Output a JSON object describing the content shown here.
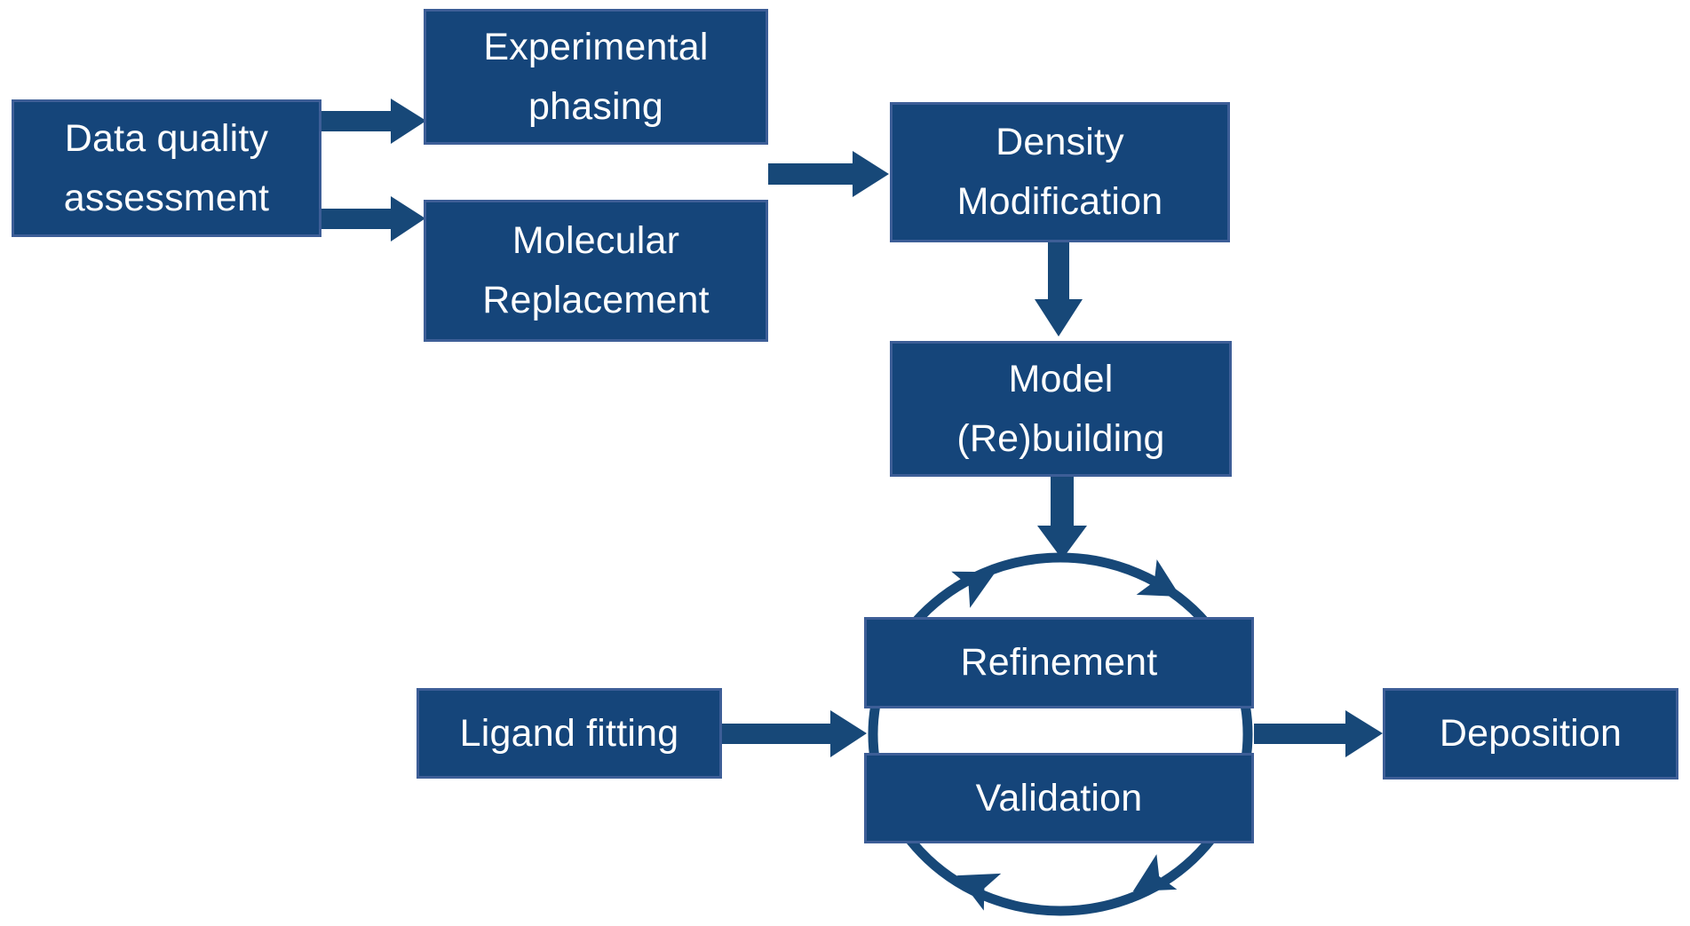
{
  "colors": {
    "node_fill": "#15457a",
    "node_border": "#3d5e97",
    "arrow": "#174878",
    "text": "#ffffff",
    "background": "#ffffff"
  },
  "nodes": {
    "data_quality_assessment": [
      "Data quality",
      "assessment"
    ],
    "experimental_phasing": [
      "Experimental",
      "phasing"
    ],
    "molecular_replacement": [
      "Molecular",
      "Replacement"
    ],
    "density_modification": [
      "Density",
      "Modification"
    ],
    "model_rebuilding": [
      "Model",
      "(Re)building"
    ],
    "refinement": [
      "Refinement"
    ],
    "validation": [
      "Validation"
    ],
    "ligand_fitting": [
      "Ligand fitting"
    ],
    "deposition": [
      "Deposition"
    ]
  },
  "connections": [
    {
      "from": "data_quality_assessment",
      "to": "experimental_phasing"
    },
    {
      "from": "data_quality_assessment",
      "to": "molecular_replacement"
    },
    {
      "from": "experimental_phasing + molecular_replacement",
      "to": "density_modification"
    },
    {
      "from": "density_modification",
      "to": "model_rebuilding"
    },
    {
      "from": "model_rebuilding",
      "to": "refinement_validation_cycle"
    },
    {
      "from": "ligand_fitting",
      "to": "refinement_validation_cycle"
    },
    {
      "from": "refinement_validation_cycle",
      "to": "deposition"
    }
  ],
  "cycle": {
    "members": [
      "refinement",
      "validation"
    ],
    "direction": "clockwise"
  }
}
